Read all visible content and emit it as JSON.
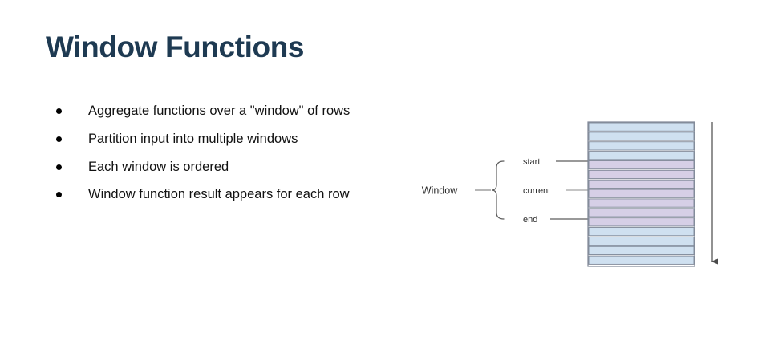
{
  "slide": {
    "title": "Window Functions",
    "title_color": "#1e3a52",
    "background_color": "#ffffff",
    "bullets": [
      "Aggregate functions over a \"window\" of rows",
      "Partition input into multiple windows",
      "Each window is ordered",
      "Window function result appears for each row"
    ]
  },
  "diagram": {
    "name": "window-frame-diagram",
    "window_label": "Window",
    "markers": [
      {
        "id": "start",
        "label": "start",
        "target_row": 5
      },
      {
        "id": "current",
        "label": "current",
        "target_row": 8
      },
      {
        "id": "end",
        "label": "end",
        "target_row": 11
      }
    ],
    "table": {
      "total_rows": 15,
      "window_start_row": 5,
      "window_end_row": 11,
      "row_colors": [
        "#cfe0f0",
        "#cfe0f0",
        "#cfe0f0",
        "#cfe0f0",
        "#d6cfe6",
        "#d6cfe6",
        "#d6cfe6",
        "#d6cfe6",
        "#d6cfe6",
        "#d6cfe6",
        "#d6cfe6",
        "#cfe0f0",
        "#cfe0f0",
        "#cfe0f0",
        "#cfe0f0"
      ],
      "row_fill_blue": "#cfe0f0",
      "row_fill_purple": "#d6cfe6",
      "border_color": "#7e8796"
    },
    "order_arrow": {
      "name": "row-order-arrow",
      "direction": "down",
      "color": "#4a4a4a"
    }
  }
}
